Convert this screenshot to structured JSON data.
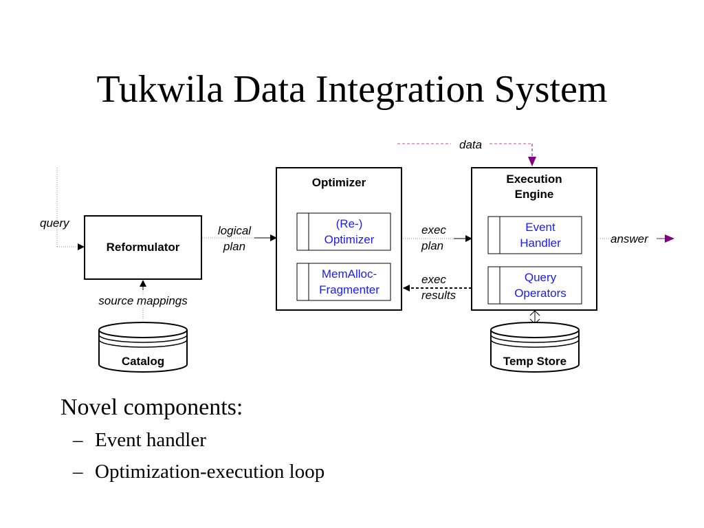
{
  "slide": {
    "title": "Tukwila Data Integration System"
  },
  "diagram": {
    "labels": {
      "data": "data",
      "query": "query",
      "logical": "logical",
      "plan": "plan",
      "exec_plan_1": "exec",
      "exec_plan_2": "plan",
      "exec_results_1": "exec",
      "exec_results_2": "results",
      "answer": "answer",
      "source_mappings": "source mappings"
    },
    "boxes": {
      "reformulator": "Reformulator",
      "optimizer": "Optimizer",
      "reoptimizer_1": "(Re-)",
      "reoptimizer_2": "Optimizer",
      "memalloc_1": "MemAlloc-",
      "memalloc_2": "Fragmenter",
      "execution_engine_1": "Execution",
      "execution_engine_2": "Engine",
      "event_handler_1": "Event",
      "event_handler_2": "Handler",
      "query_operators_1": "Query",
      "query_operators_2": "Operators",
      "catalog": "Catalog",
      "temp_store": "Temp Store"
    },
    "colors": {
      "accent_purple": "#800080",
      "dashed_pink": "#cc44aa",
      "inner_text_blue": "#1a1aff"
    }
  },
  "bullets": {
    "heading": "Novel components:",
    "dash": "–",
    "items": [
      "Event handler",
      "Optimization-execution loop"
    ]
  }
}
